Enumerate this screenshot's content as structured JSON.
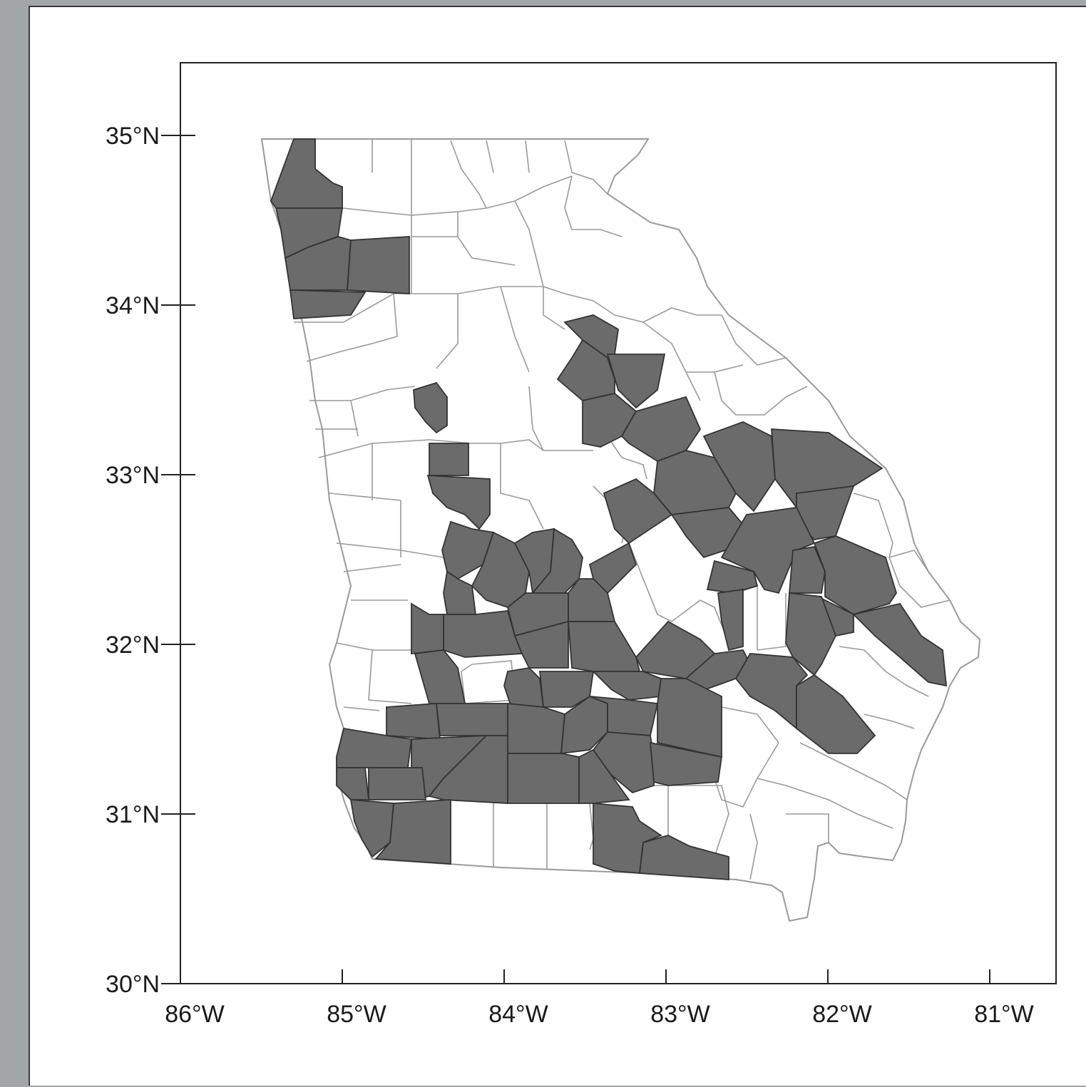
{
  "map": {
    "type": "choropleth",
    "region": "Georgia (US state) counties",
    "colors": {
      "highlighted_fill": "#6b6b6b",
      "default_fill": "#ffffff",
      "county_outline": "#9a9a9a",
      "highlight_outline": "#333333",
      "frame": "#222222",
      "background": "#a3a6a7"
    },
    "lat_ticks": [
      {
        "value": 35,
        "label": "35°N"
      },
      {
        "value": 34,
        "label": "34°N"
      },
      {
        "value": 33,
        "label": "33°N"
      },
      {
        "value": 32,
        "label": "32°N"
      },
      {
        "value": 31,
        "label": "31°N"
      },
      {
        "value": 30,
        "label": "30°N"
      }
    ],
    "lon_ticks": [
      {
        "value": -86,
        "label": "86°W"
      },
      {
        "value": -85,
        "label": "85°W"
      },
      {
        "value": -84,
        "label": "84°W"
      },
      {
        "value": -83,
        "label": "83°W"
      },
      {
        "value": -82,
        "label": "82°W"
      },
      {
        "value": -81,
        "label": "81°W"
      }
    ],
    "extent": {
      "lon": [
        -86,
        -80.6
      ],
      "lat": [
        30,
        35.4
      ]
    }
  }
}
